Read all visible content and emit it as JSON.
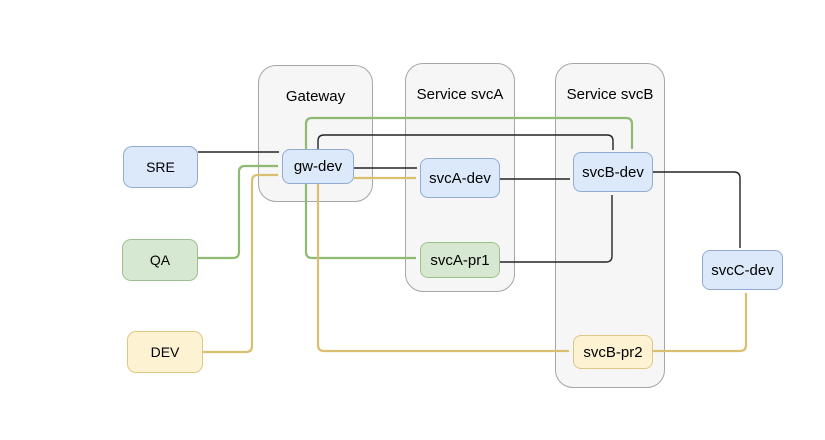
{
  "palette": {
    "node_blue_fill": "#dbe9fb",
    "node_blue_border": "#93abd1",
    "node_green_fill": "#d6e8d2",
    "node_green_border": "#9cc08a",
    "node_yellow_fill": "#fdf3d2",
    "node_yellow_border": "#ddc784",
    "container_fill": "#f6f6f6",
    "container_border": "#a6a6a6",
    "edge_black": "#242424",
    "edge_green": "#8fba72",
    "edge_yellow": "#d9bf6f",
    "background": "#ffffff"
  },
  "actors": [
    {
      "label": "SRE",
      "color": "blue"
    },
    {
      "label": "QA",
      "color": "green"
    },
    {
      "label": "DEV",
      "color": "yellow"
    }
  ],
  "containers": [
    {
      "label": "Gateway"
    },
    {
      "label": "Service svcA"
    },
    {
      "label": "Service svcB"
    }
  ],
  "nodes": [
    {
      "label": "gw-dev",
      "color": "blue",
      "container": "Gateway"
    },
    {
      "label": "svcA-dev",
      "color": "blue",
      "container": "Service svcA"
    },
    {
      "label": "svcA-pr1",
      "color": "green",
      "container": "Service svcA"
    },
    {
      "label": "svcB-dev",
      "color": "blue",
      "container": "Service svcB"
    },
    {
      "label": "svcB-pr2",
      "color": "yellow",
      "container": "Service svcB"
    },
    {
      "label": "svcC-dev",
      "color": "blue",
      "container": null
    }
  ],
  "edges": [
    {
      "from": "SRE",
      "to": "gw-dev",
      "color": "black"
    },
    {
      "from": "QA",
      "to": "gw-dev",
      "color": "green"
    },
    {
      "from": "DEV",
      "to": "gw-dev",
      "color": "yellow"
    },
    {
      "from": "gw-dev",
      "to": "svcA-dev",
      "color": "black"
    },
    {
      "from": "gw-dev",
      "to": "svcA-dev",
      "color": "yellow"
    },
    {
      "from": "gw-dev",
      "to": "svcB-dev",
      "color": "black"
    },
    {
      "from": "gw-dev",
      "to": "svcB-dev",
      "color": "green"
    },
    {
      "from": "gw-dev",
      "to": "svcA-pr1",
      "color": "green"
    },
    {
      "from": "gw-dev",
      "to": "svcB-pr2",
      "color": "yellow"
    },
    {
      "from": "svcA-dev",
      "to": "svcB-dev",
      "color": "black"
    },
    {
      "from": "svcA-pr1",
      "to": "svcB-dev",
      "color": "black"
    },
    {
      "from": "svcB-dev",
      "to": "svcC-dev",
      "color": "black"
    },
    {
      "from": "svcB-pr2",
      "to": "svcC-dev",
      "color": "yellow"
    }
  ]
}
